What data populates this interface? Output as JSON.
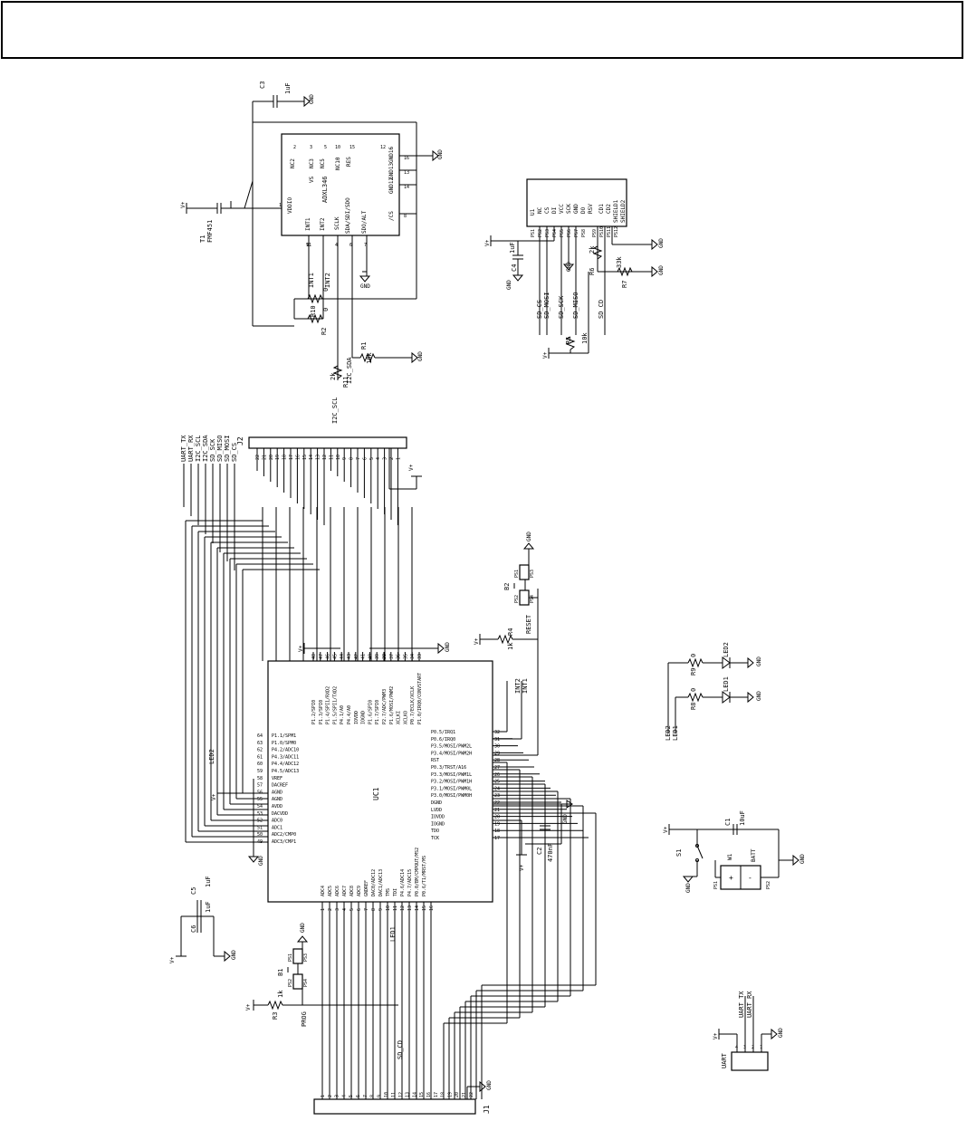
{
  "components": {
    "c3": {
      "ref": "C3",
      "value": "1uF"
    },
    "u_accel": {
      "part": "ADXL346",
      "pins_left": [
        "VDDIO",
        "INT1",
        "INT2"
      ],
      "pins_mid": [
        "NC2",
        "NC3",
        "NC5",
        "NC10",
        "RES",
        "GND16",
        "GND13",
        "GND12"
      ],
      "pins_right": [
        "SDA/SDI/SDO",
        "SDO/ALT",
        "/CS",
        "SCLK",
        "VS"
      ],
      "pin_nums": [
        "1",
        "2",
        "3",
        "5",
        "9",
        "10",
        "11",
        "4",
        "6",
        "7",
        "8",
        "13",
        "14",
        "15",
        "16",
        "12"
      ]
    },
    "t1": {
      "ref": "T1",
      "part": "FMF451"
    },
    "r_accel": [
      {
        "ref": "R10",
        "value": "0"
      },
      {
        "ref": "R2",
        "value": "0"
      },
      {
        "ref": "R1",
        "value": "10k"
      },
      {
        "ref": "R11",
        "value": "2k"
      }
    ],
    "sd": {
      "ref": "U1",
      "pins": [
        "NC",
        "CS",
        "DI",
        "VCC",
        "SCK",
        "GND",
        "DO",
        "RSV",
        "CD1",
        "CD2",
        "SHIELD1",
        "SHIELD2"
      ],
      "pads": [
        "PS1",
        "PS2",
        "PS3",
        "PS4",
        "PS5",
        "PS6",
        "PS7",
        "PS8",
        "PS9",
        "PS10",
        "PS11",
        "PS12"
      ],
      "c4": {
        "ref": "C4",
        "value": "1uF"
      },
      "r6": {
        "ref": "R6",
        "value": "2k"
      },
      "r7": {
        "ref": "R7",
        "value": "33k"
      },
      "r5": {
        "ref": "R5",
        "value": "10k"
      }
    },
    "j2": {
      "ref": "J2",
      "nums": [
        "22",
        "21",
        "20",
        "19",
        "18",
        "17",
        "16",
        "15",
        "14",
        "13",
        "12",
        "11",
        "10",
        "9",
        "8",
        "7",
        "6",
        "5",
        "4",
        "3",
        "2",
        "1"
      ]
    },
    "uc1": {
      "ref": "UC1",
      "top_pins": [
        "P1.2/SPI0",
        "P1.3/SPI0",
        "P1.4/SPI1/RXD2",
        "P1.5/SPI1/TXD2",
        "P4.1/A0",
        "P4.4/A0",
        "IOVDD",
        "IOGND",
        "P1.6/SPI0",
        "P1.7/SPI0",
        "P2.7/ADC/PWM3",
        "P1.6/MOSI/PWM2",
        "XCLKI",
        "XCLKO",
        "P0.7/ECLK/XCLK",
        "P1.0/IRQ0/CONVSTART"
      ],
      "top_nums": [
        "48",
        "47",
        "46",
        "45",
        "44",
        "43",
        "42",
        "41",
        "40",
        "39",
        "38",
        "37",
        "36",
        "35",
        "34",
        "33"
      ],
      "left_pins": [
        "P1.1/SPM1",
        "P1.0/SPM0",
        "P4.2/ADC10",
        "P4.3/ADC11",
        "P4.4/ADC12",
        "P4.5/ADC13",
        "VREF",
        "DACREF",
        "AGND",
        "AGND",
        "AVDD",
        "DACVDD",
        "ADC0",
        "ADC1",
        "ADC2/CMP0",
        "ADC3/CMP1"
      ],
      "left_nums": [
        "64",
        "63",
        "62",
        "61",
        "60",
        "59",
        "58",
        "57",
        "56",
        "55",
        "54",
        "53",
        "52",
        "51",
        "50",
        "49"
      ],
      "right_pins": [
        "P0.5/IRQ1",
        "P0.6/IRQ0",
        "P3.5/MOSI/PWM2L",
        "P3.4/MOSI/PWM2H",
        "RST",
        "P0.3/TRST/A16",
        "P3.3/MOSI/PWM1L",
        "P3.2/MOSI/PWM1H",
        "P3.1/MOSI/PWM0L",
        "P3.0/MOSI/PWM0H",
        "DGND",
        "LVDD",
        "IOVDD",
        "IOGND",
        "TDO",
        "TCK"
      ],
      "right_nums": [
        "32",
        "31",
        "30",
        "29",
        "28",
        "27",
        "26",
        "25",
        "24",
        "23",
        "22",
        "21",
        "20",
        "19",
        "18",
        "17"
      ],
      "bottom_pins": [
        "ADC4",
        "ADC5",
        "ADC6",
        "ADC7",
        "ADC8",
        "ADC9",
        "GNDREF",
        "DAC0/ADC12",
        "DAC1/ADC13",
        "TMS",
        "TDI",
        "P4.6/ADC14",
        "P4.7/ADC15",
        "P0.0/BM/CMPOUT/MS2",
        "P0.6/T1/MRST/MS"
      ],
      "bottom_nums": [
        "1",
        "2",
        "3",
        "4",
        "5",
        "6",
        "7",
        "8",
        "9",
        "10",
        "11",
        "12",
        "13",
        "14",
        "15",
        "16"
      ]
    },
    "c1": {
      "ref": "C1",
      "value": "10uF"
    },
    "c2": {
      "ref": "C2",
      "value": "470nF"
    },
    "c5": {
      "ref": "C5",
      "value": "1uF"
    },
    "c6": {
      "ref": "C6",
      "value": "1uF"
    },
    "b1": {
      "ref": "B1",
      "pads": [
        "PS1",
        "PS2",
        "PS3",
        "PS4"
      ]
    },
    "b2": {
      "ref": "B2",
      "pads": [
        "PS1",
        "PS2",
        "PS3",
        "PS4"
      ]
    },
    "r3": {
      "ref": "R3",
      "value": "1k"
    },
    "r4": {
      "ref": "R4",
      "value": "1k"
    },
    "r8": {
      "ref": "R8",
      "value": "0"
    },
    "r9": {
      "ref": "R9",
      "value": "0"
    },
    "led1": {
      "ref": "LED1"
    },
    "led2": {
      "ref": "LED2"
    },
    "s1": {
      "ref": "S1"
    },
    "w1": {
      "ref": "W1",
      "part": "BATT",
      "pads": [
        "PS1",
        "PS2"
      ]
    },
    "uart": {
      "ref": "UART",
      "nums": [
        "4",
        "3",
        "2",
        "1"
      ]
    },
    "j1": {
      "ref": "J1",
      "nums": [
        "1",
        "2",
        "3",
        "4",
        "5",
        "6",
        "7",
        "8",
        "9",
        "10",
        "11",
        "12",
        "13",
        "14",
        "15",
        "16",
        "17",
        "18",
        "19",
        "20",
        "21",
        "22"
      ]
    }
  },
  "nets": {
    "vplus": "V+",
    "gnd": "GND",
    "j2_labels": [
      "UART_TX",
      "UART_RX",
      "I2C_SCL",
      "I2C_SDA",
      "SD_SCK",
      "SD_MISO",
      "SD_MOSI",
      "SD_CS"
    ],
    "i2c_scl": "I2C_SCL",
    "i2c_sda": "I2C_SDA",
    "int1": "INT1",
    "int2": "INT2",
    "sd_cs": "SD_CS",
    "sd_mosi": "SD_MOSI",
    "sd_sck": "SD_SCK",
    "sd_miso": "SD_MISO",
    "sd_cd": "SD_CD",
    "reset": "RESET",
    "prog": "PROG",
    "sd_cd2": "SD_CD",
    "led1": "LED1",
    "led2": "LED2",
    "uart_tx": "UART_TX",
    "uart_rx": "UART_RX"
  }
}
